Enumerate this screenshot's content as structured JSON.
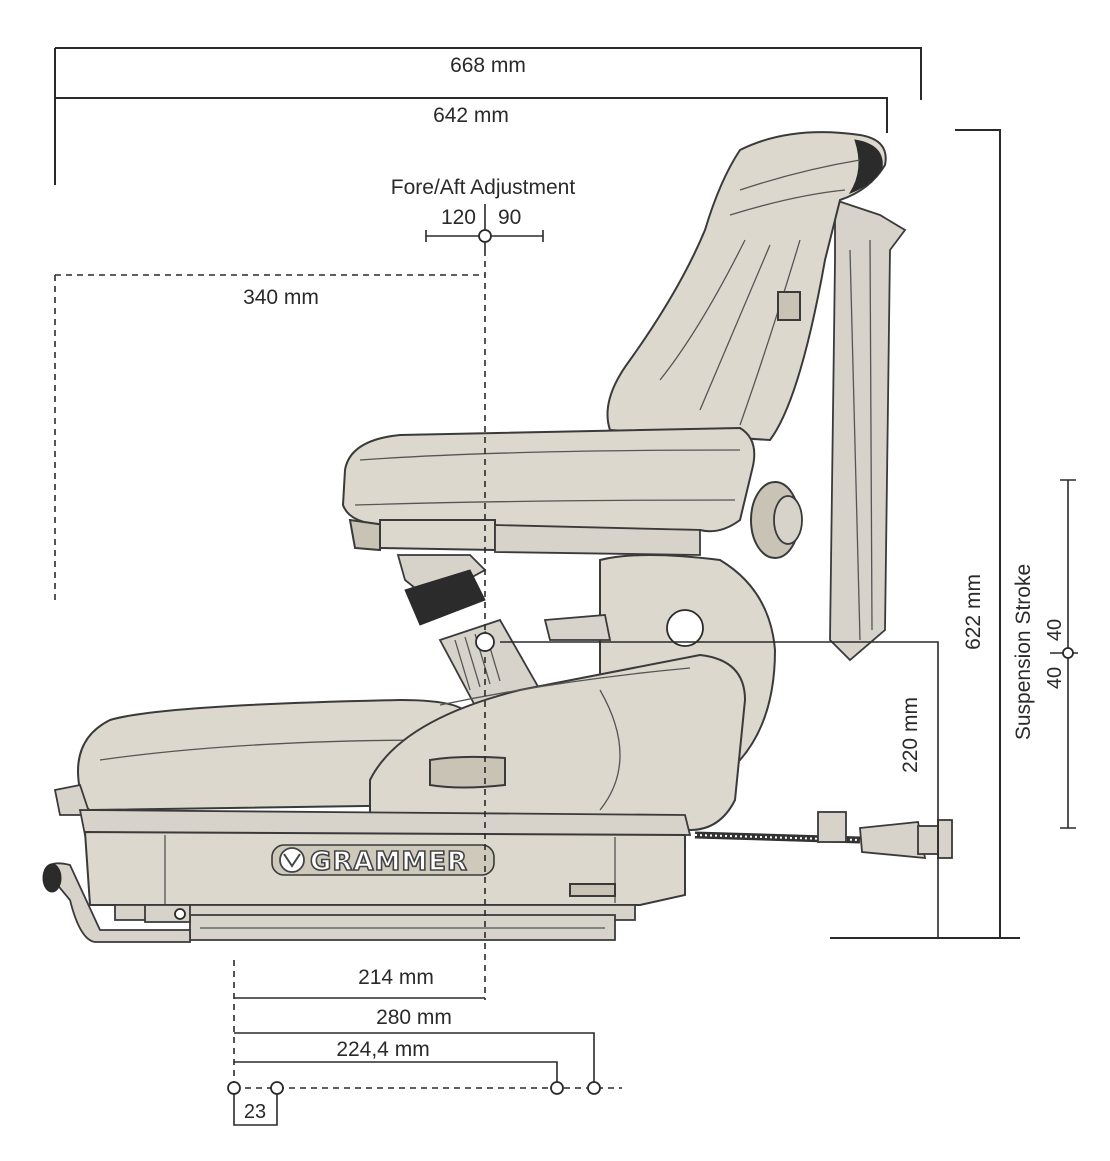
{
  "dimensions": {
    "overall_length": "668 mm",
    "inner_length": "642 mm",
    "fore_aft_title": "Fore/Aft Adjustment",
    "fore_aft_back": "120",
    "fore_aft_forward": "90",
    "seat_reference": "340 mm",
    "total_height": "622 mm",
    "suspension_title": "Suspension Stroke",
    "suspension_up": "40",
    "suspension_down": "40",
    "pivot_height": "220 mm",
    "rail_214": "214 mm",
    "rail_280": "280 mm",
    "rail_224": "224,4 mm",
    "hole_offset": "23"
  },
  "brand": {
    "name": "GRAMMER"
  },
  "colors": {
    "upholstery": "#ddd8cd",
    "line": "#2a2a2a"
  }
}
